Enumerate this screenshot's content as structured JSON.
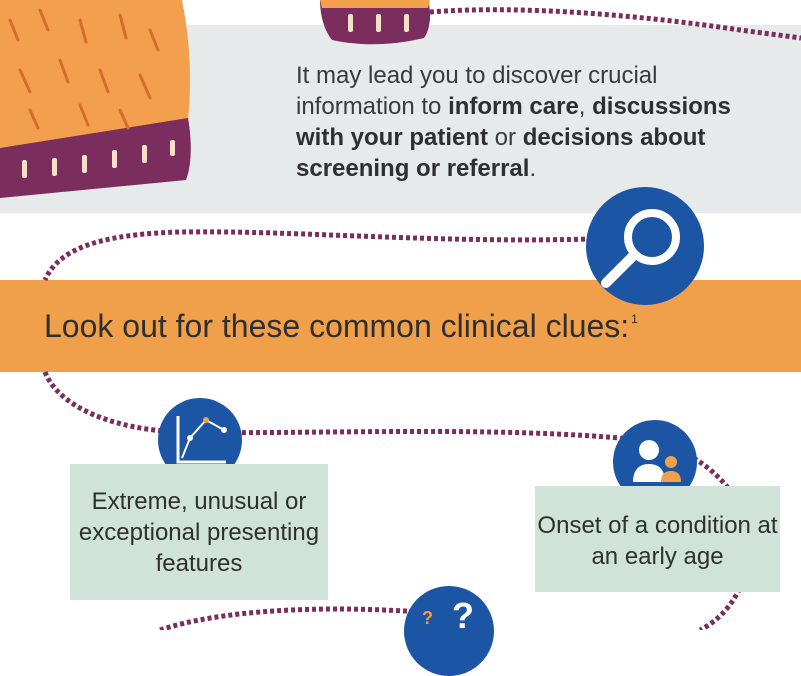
{
  "intro": {
    "t1": "It may lead you to discover crucial information to ",
    "b1": "inform care",
    "t2": ", ",
    "b2": "discussions with your patient",
    "t3": " or ",
    "b3": "decisions about screening or referral",
    "t4": "."
  },
  "banner": {
    "title": "Look out for these common clinical clues:",
    "footnote": "1"
  },
  "clues": [
    {
      "text": "Extreme, unusual or exceptional presenting features"
    },
    {
      "text": "Onset of a condition at an early age"
    }
  ],
  "colors": {
    "grey_band": "#e6eaea",
    "orange_band": "#f0a04b",
    "clue_box": "#cfe3d8",
    "icon_blue": "#1b55a3",
    "yarn": "#7b2d5e",
    "accent_orange": "#f0a04b"
  },
  "icons": [
    "magnifier-icon",
    "line-chart-icon",
    "people-icon",
    "question-icon",
    "sock-illustration"
  ]
}
